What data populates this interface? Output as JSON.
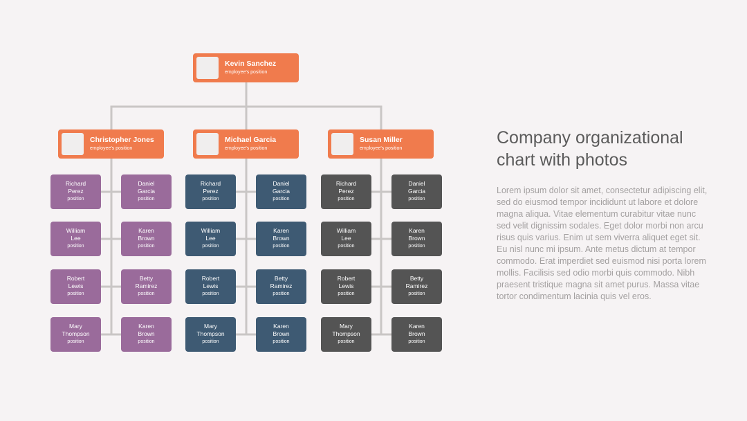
{
  "title": "Company organizational chart with photos",
  "description": "Lorem ipsum dolor sit amet, consectetur adipiscing elit, sed do eiusmod tempor incididunt ut labore et dolore magna aliqua. Vitae elementum curabitur vitae nunc sed velit dignissim sodales. Eget dolor morbi non arcu risus quis varius. Enim ut sem viverra aliquet eget sit. Eu nisl nunc mi ipsum. Ante metus dictum at tempor commodo. Erat imperdiet sed euismod nisi porta lorem mollis. Facilisis sed odio morbi quis commodo. Nibh praesent tristique magna sit amet purus. Massa vitae tortor condimentum lacinia quis vel eros.",
  "colors": {
    "leader": "#f07b4d",
    "team_1": "#9a6b9b",
    "team_2": "#3e5a73",
    "team_3": "#545454",
    "connector": "#c9c6c5",
    "background": "#f6f3f4"
  },
  "root": {
    "name": "Kevin Sanchez",
    "position": "employee's position"
  },
  "managers": [
    {
      "name": "Christopher Jones",
      "position": "employee's position",
      "team": [
        {
          "first": "Richard",
          "last": "Perez",
          "position": "position"
        },
        {
          "first": "Daniel",
          "last": "Garcia",
          "position": "position"
        },
        {
          "first": "William",
          "last": "Lee",
          "position": "position"
        },
        {
          "first": "Karen",
          "last": "Brown",
          "position": "position"
        },
        {
          "first": "Robert",
          "last": "Lewis",
          "position": "position"
        },
        {
          "first": "Betty",
          "last": "Ramirez",
          "position": "position"
        },
        {
          "first": "Mary",
          "last": "Thompson",
          "position": "position"
        },
        {
          "first": "Karen",
          "last": "Brown",
          "position": "position"
        }
      ]
    },
    {
      "name": "Michael Garcia",
      "position": "employee's position",
      "team": [
        {
          "first": "Richard",
          "last": "Perez",
          "position": "position"
        },
        {
          "first": "Daniel",
          "last": "Garcia",
          "position": "position"
        },
        {
          "first": "William",
          "last": "Lee",
          "position": "position"
        },
        {
          "first": "Karen",
          "last": "Brown",
          "position": "position"
        },
        {
          "first": "Robert",
          "last": "Lewis",
          "position": "position"
        },
        {
          "first": "Betty",
          "last": "Ramirez",
          "position": "position"
        },
        {
          "first": "Mary",
          "last": "Thompson",
          "position": "position"
        },
        {
          "first": "Karen",
          "last": "Brown",
          "position": "position"
        }
      ]
    },
    {
      "name": "Susan Miller",
      "position": "employee's position",
      "team": [
        {
          "first": "Richard",
          "last": "Perez",
          "position": "position"
        },
        {
          "first": "Daniel",
          "last": "Garcia",
          "position": "position"
        },
        {
          "first": "William",
          "last": "Lee",
          "position": "position"
        },
        {
          "first": "Karen",
          "last": "Brown",
          "position": "position"
        },
        {
          "first": "Robert",
          "last": "Lewis",
          "position": "position"
        },
        {
          "first": "Betty",
          "last": "Ramirez",
          "position": "position"
        },
        {
          "first": "Mary",
          "last": "Thompson",
          "position": "position"
        },
        {
          "first": "Karen",
          "last": "Brown",
          "position": "position"
        }
      ]
    }
  ]
}
